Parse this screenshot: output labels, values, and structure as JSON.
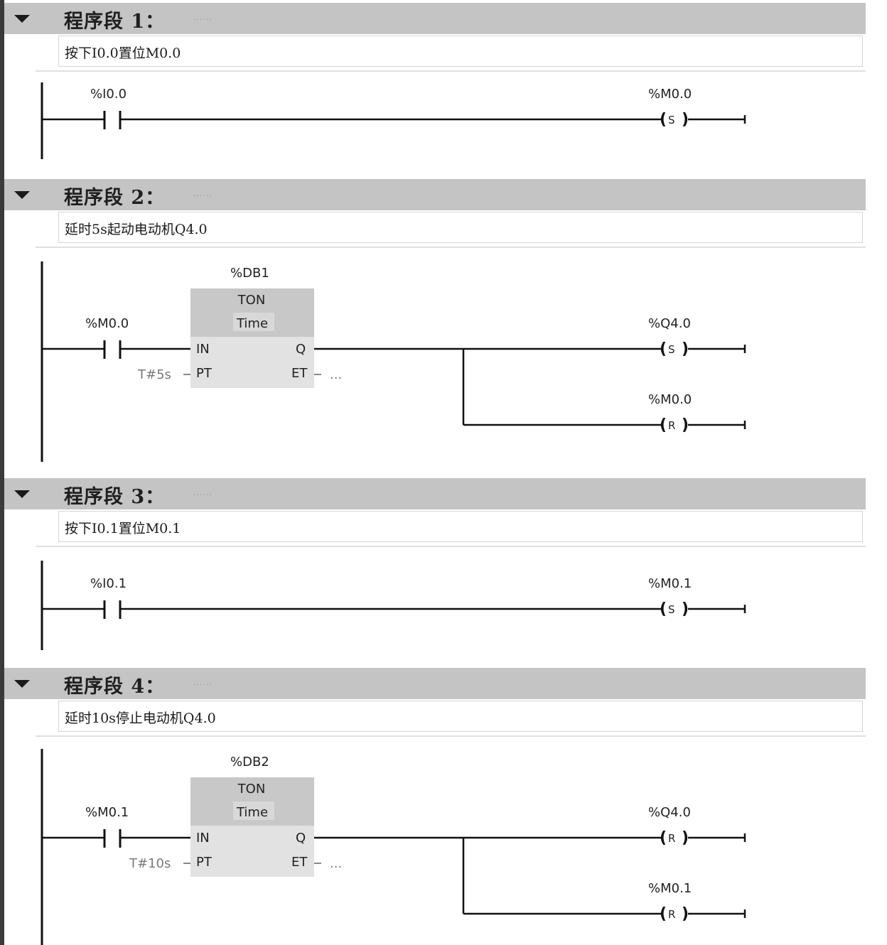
{
  "networks": [
    {
      "title": "程序段 1：",
      "dots": "......",
      "comment": "按下I0.0置位M0.0",
      "contact": "%I0.0",
      "coil": {
        "operand": "%M0.0",
        "type": "S"
      }
    },
    {
      "title": "程序段 2：",
      "dots": "......",
      "comment": "延时5s起动电动机Q4.0",
      "timer": {
        "instance": "%DB1",
        "name": "TON",
        "kind": "Time",
        "in_label": "IN",
        "q_label": "Q",
        "pt_label": "PT",
        "et_label": "ET",
        "pt_value": "T#5s",
        "et_value": "..."
      },
      "contact": "%M0.0",
      "coils": [
        {
          "operand": "%Q4.0",
          "type": "S"
        },
        {
          "operand": "%M0.0",
          "type": "R"
        }
      ]
    },
    {
      "title": "程序段 3：",
      "dots": "......",
      "comment": "按下I0.1置位M0.1",
      "contact": "%I0.1",
      "coil": {
        "operand": "%M0.1",
        "type": "S"
      }
    },
    {
      "title": "程序段 4：",
      "dots": "......",
      "comment": "延时10s停止电动机Q4.0",
      "timer": {
        "instance": "%DB2",
        "name": "TON",
        "kind": "Time",
        "in_label": "IN",
        "q_label": "Q",
        "pt_label": "PT",
        "et_label": "ET",
        "pt_value": "T#10s",
        "et_value": "..."
      },
      "contact": "%M0.1",
      "coils": [
        {
          "operand": "%Q4.0",
          "type": "R"
        },
        {
          "operand": "%M0.1",
          "type": "R"
        }
      ]
    }
  ],
  "colors": {
    "header_bg": "#c4c4c4",
    "timer_header_bg": "#c8c8c8",
    "timer_body_bg": "#e2e2e2",
    "wire": "#111111"
  }
}
